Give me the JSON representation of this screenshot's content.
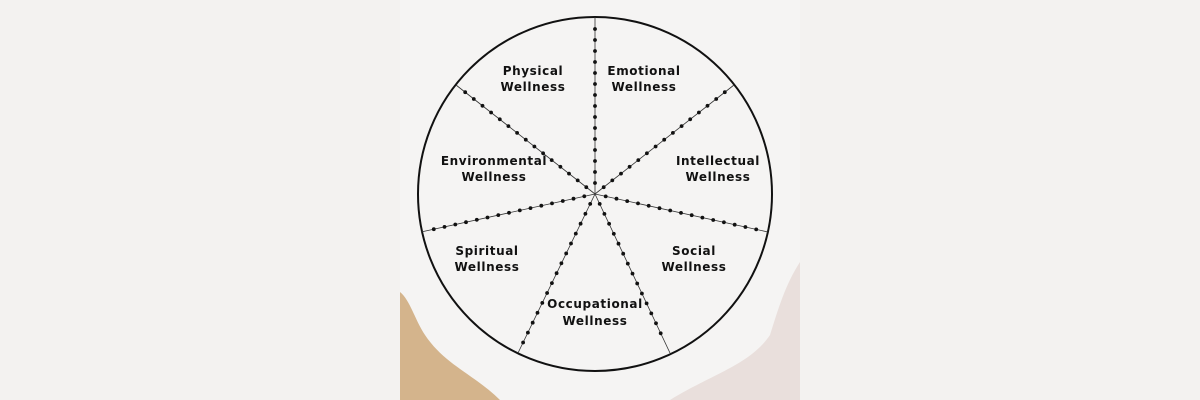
{
  "diagram": {
    "segments": [
      {
        "line1": "Physical",
        "line2": "Wellness"
      },
      {
        "line1": "Emotional",
        "line2": "Wellness"
      },
      {
        "line1": "Intellectual",
        "line2": "Wellness"
      },
      {
        "line1": "Social",
        "line2": "Wellness"
      },
      {
        "line1": "Occupational",
        "line2": "Wellness"
      },
      {
        "line1": "Spiritual",
        "line2": "Wellness"
      },
      {
        "line1": "Environmental",
        "line2": "Wellness"
      }
    ]
  },
  "colors": {
    "page_background": "#f3f2f0",
    "card_background": "#f5f4f3",
    "blob_left": "#d4b48c",
    "blob_right": "#e9dfdc",
    "wheel_stroke": "#111111",
    "text": "#111111"
  }
}
